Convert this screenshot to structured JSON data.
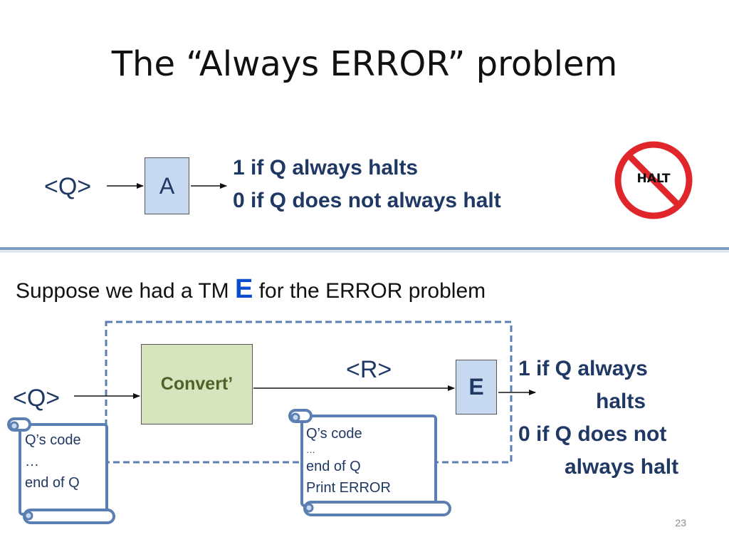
{
  "title": "The “Always ERROR” problem",
  "top": {
    "input_label": "<Q>",
    "machine_a": "A",
    "output_line1": "1 if Q always halts",
    "output_line2": "0 if Q does not always halt",
    "halt_sign": "HALT"
  },
  "bottom": {
    "suppose_prefix": "Suppose we had a TM",
    "suppose_letter": "E",
    "suppose_suffix": "for the ERROR problem",
    "input_label": "<Q>",
    "convert_label": "Convert’",
    "r_label": "<R>",
    "machine_e": "E",
    "output_line1": "1 if Q always",
    "output_line2": "halts",
    "output_line3": "0 if Q does not",
    "output_line4": "always halt",
    "scroll_left": [
      "Q’s code",
      "…",
      "end of Q"
    ],
    "scroll_right": [
      "Q’s code",
      "…",
      "end of Q",
      "Print ERROR"
    ]
  },
  "slide_number": "23",
  "colors": {
    "text_blue": "#1f3864",
    "box_blue": "#c6d9f1",
    "box_green": "#d7e4bd",
    "halt_red": "#e0262b",
    "divider": "#7f9cc2"
  }
}
